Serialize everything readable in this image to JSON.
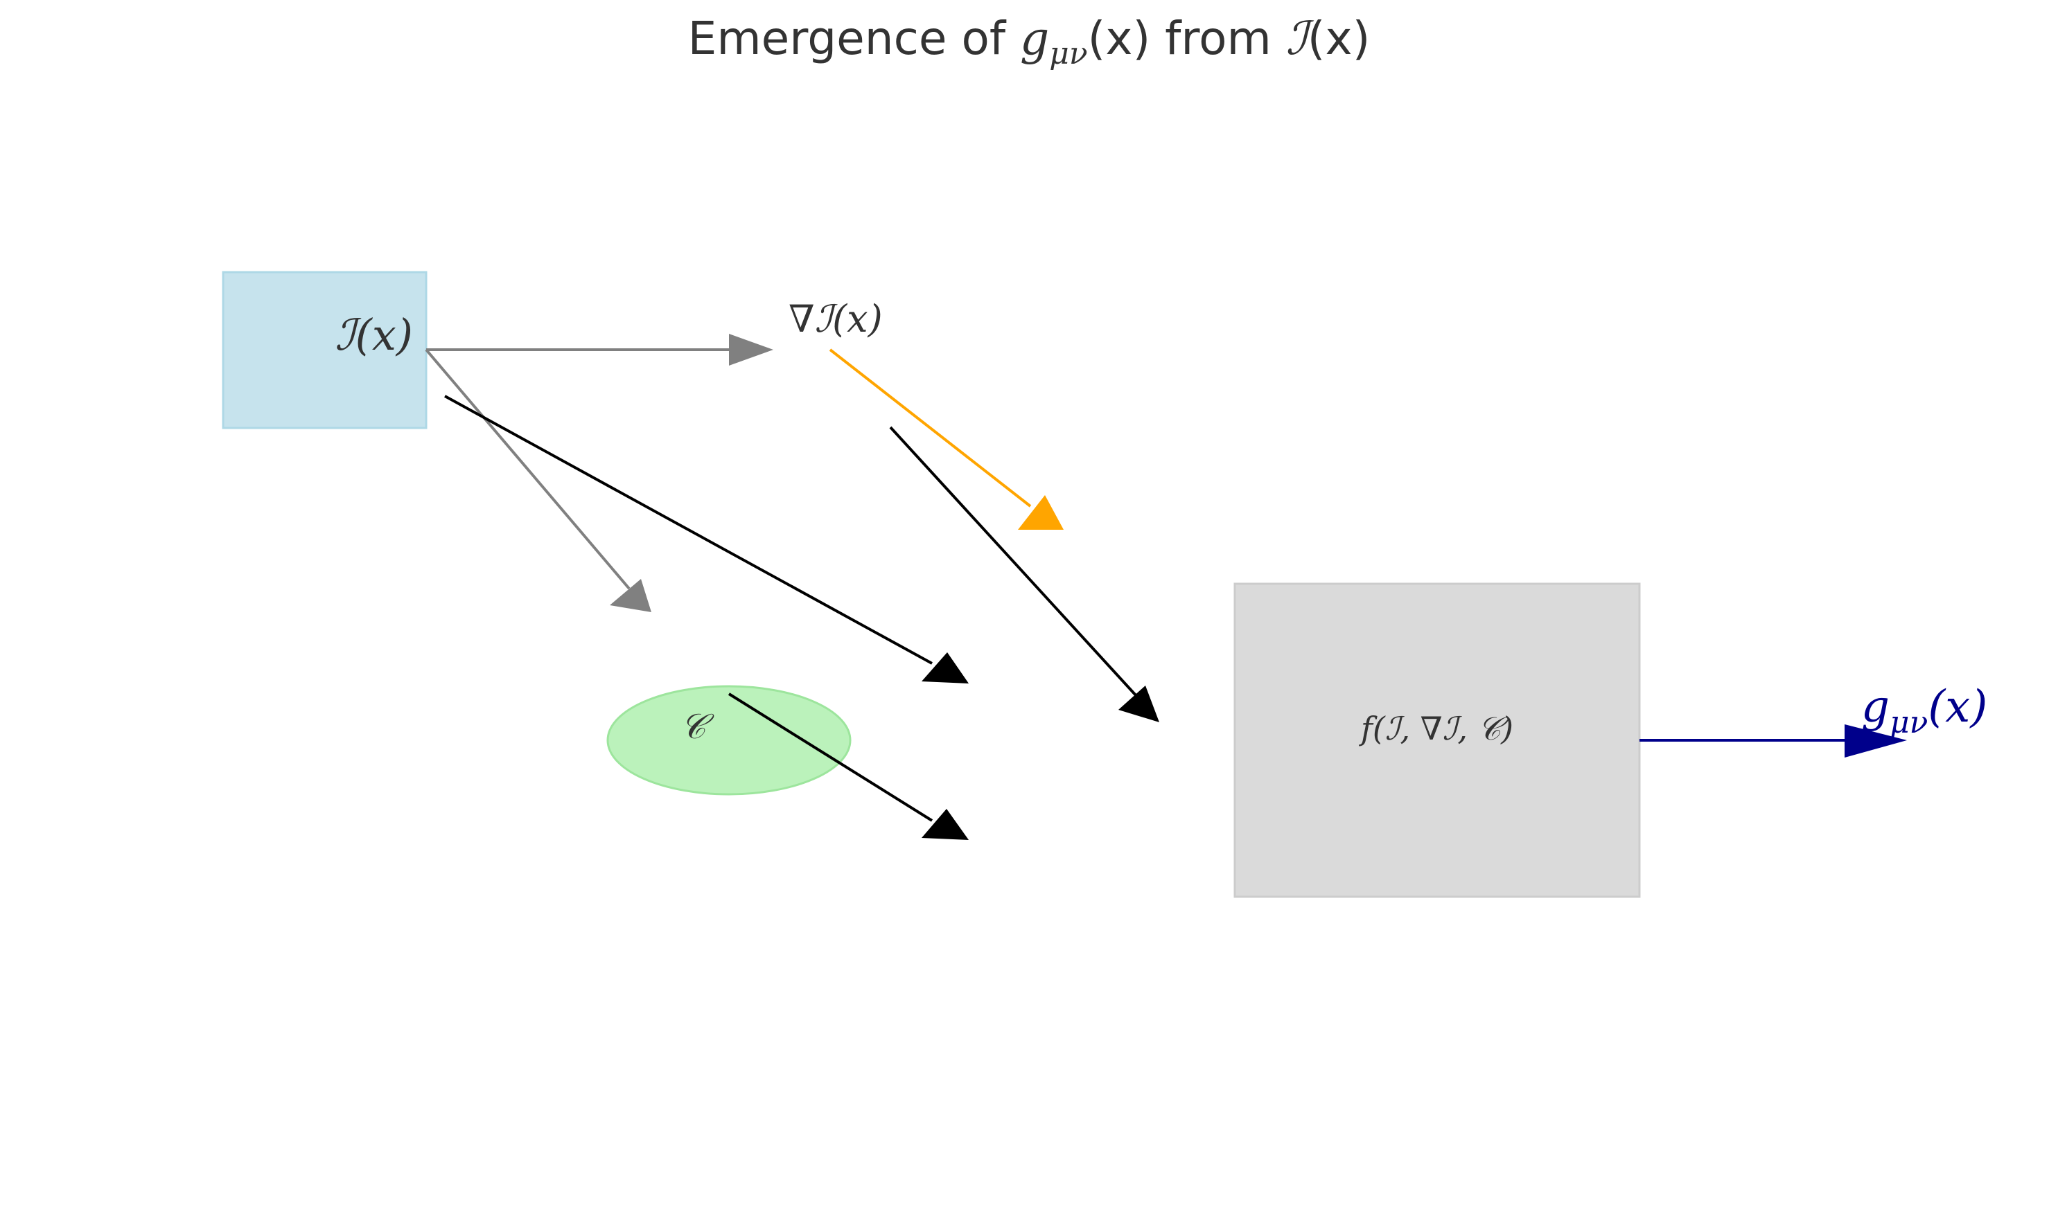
{
  "title": {
    "prefix": "Emergence of ",
    "g": "g",
    "g_sub": "μν",
    "mid": "(x) from ",
    "I": "ℐ",
    "suffix": "(x)"
  },
  "nodes": {
    "information": {
      "label": "ℐ(x)"
    },
    "gradient": {
      "label": "∇ℐ(x)"
    },
    "constraint": {
      "label": "𝒞"
    },
    "function": {
      "label": "f(ℐ, ∇ℐ, 𝒞)"
    },
    "metric": {
      "g": "g",
      "sub": "μν",
      "rest": "(x)"
    }
  },
  "colors": {
    "information_fill": "#c6e3ed",
    "information_stroke": "#aed8e6",
    "constraint_fill": "#bbf2bb",
    "constraint_stroke": "#9de59d",
    "function_fill": "#dadada",
    "function_stroke": "#cccccc",
    "arrow_gray": "#808080",
    "arrow_orange": "#ffa500",
    "arrow_black": "#000000",
    "arrow_navy": "#00008b",
    "text_dark": "#333333",
    "metric_text": "#00008b"
  }
}
